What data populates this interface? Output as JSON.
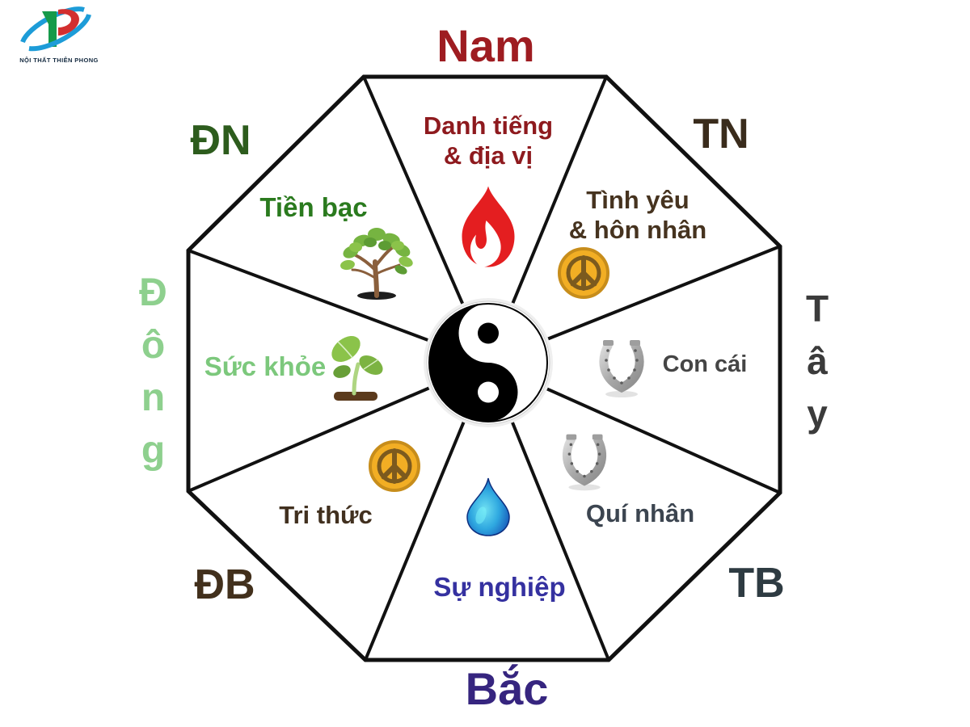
{
  "logo": {
    "brand": "NỘI THẤT THIÊN PHONG"
  },
  "compass": {
    "nam": {
      "label": "Nam",
      "color": "#9e1c21"
    },
    "tn": {
      "label": "TN",
      "color": "#3a2c1c"
    },
    "tay": {
      "label": "Tây",
      "color": "#3b3b3b"
    },
    "tb": {
      "label": "TB",
      "color": "#2e3b42"
    },
    "bac": {
      "label": "Bắc",
      "color": "#36257f"
    },
    "db": {
      "label": "ĐB",
      "color": "#42301c"
    },
    "dong": {
      "label": "Đông",
      "color": "#8ed08e"
    },
    "dn": {
      "label": "ĐN",
      "color": "#2d5c1d"
    }
  },
  "sectors": {
    "fame": {
      "line1": "Danh tiếng",
      "line2": "& địa vị",
      "color": "#8e1a1e",
      "icon": "flame"
    },
    "love": {
      "line1": "Tình yêu",
      "line2": "& hôn nhân",
      "color": "#46331f",
      "icon": "gold-peace-medal"
    },
    "children": {
      "label": "Con cái",
      "color": "#454545",
      "icon": "silver-horseshoe"
    },
    "benefactors": {
      "label": "Quí nhân",
      "color": "#3c4550",
      "icon": "silver-horseshoe"
    },
    "career": {
      "label": "Sự nghiệp",
      "color": "#3531a0",
      "icon": "water-drop"
    },
    "knowledge": {
      "label": "Tri thức",
      "color": "#41301f",
      "icon": "gold-peace-medal"
    },
    "health": {
      "label": "Sức khỏe",
      "color": "#7cc87c",
      "icon": "green-sprout"
    },
    "wealth": {
      "label": "Tiền bạc",
      "color": "#2a7a1e",
      "icon": "green-tree"
    }
  },
  "center": {
    "icon": "yin-yang"
  }
}
